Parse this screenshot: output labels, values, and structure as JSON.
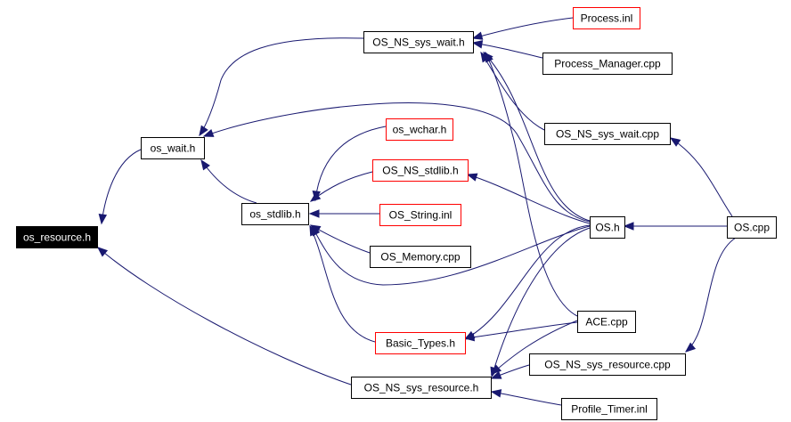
{
  "colors": {
    "edge": "#191970",
    "box_default": "#000000",
    "box_undocumented": "#ff0000",
    "focus_fill": "#000000",
    "focus_text": "#ffffff"
  },
  "nodes": {
    "os_resource_h": {
      "label": "os_resource.h",
      "style": "focus"
    },
    "os_wait_h": {
      "label": "os_wait.h",
      "style": "default"
    },
    "os_stdlib_h": {
      "label": "os_stdlib.h",
      "style": "default"
    },
    "os_ns_sys_wait_h": {
      "label": "OS_NS_sys_wait.h",
      "style": "default"
    },
    "process_inl": {
      "label": "Process.inl",
      "style": "red"
    },
    "process_manager_cpp": {
      "label": "Process_Manager.cpp",
      "style": "default"
    },
    "os_ns_sys_wait_cpp": {
      "label": "OS_NS_sys_wait.cpp",
      "style": "default"
    },
    "os_wchar_h": {
      "label": "os_wchar.h",
      "style": "red"
    },
    "os_ns_stdlib_h": {
      "label": "OS_NS_stdlib.h",
      "style": "red"
    },
    "os_string_inl": {
      "label": "OS_String.inl",
      "style": "red"
    },
    "os_memory_cpp": {
      "label": "OS_Memory.cpp",
      "style": "default"
    },
    "os_h": {
      "label": "OS.h",
      "style": "default"
    },
    "os_cpp": {
      "label": "OS.cpp",
      "style": "default"
    },
    "ace_cpp": {
      "label": "ACE.cpp",
      "style": "default"
    },
    "basic_types_h": {
      "label": "Basic_Types.h",
      "style": "red"
    },
    "os_ns_sys_resource_cpp": {
      "label": "OS_NS_sys_resource.cpp",
      "style": "default"
    },
    "os_ns_sys_resource_h": {
      "label": "OS_NS_sys_resource.h",
      "style": "default"
    },
    "profile_timer_inl": {
      "label": "Profile_Timer.inl",
      "style": "default"
    }
  },
  "edges": [
    [
      "os_wait_h",
      "os_resource_h"
    ],
    [
      "os_ns_sys_resource_h",
      "os_resource_h"
    ],
    [
      "os_ns_sys_wait_h",
      "os_wait_h"
    ],
    [
      "os_h",
      "os_wait_h"
    ],
    [
      "os_stdlib_h",
      "os_wait_h"
    ],
    [
      "process_inl",
      "os_ns_sys_wait_h"
    ],
    [
      "process_manager_cpp",
      "os_ns_sys_wait_h"
    ],
    [
      "os_ns_sys_wait_cpp",
      "os_ns_sys_wait_h"
    ],
    [
      "os_h",
      "os_ns_sys_wait_h"
    ],
    [
      "ace_cpp",
      "os_ns_sys_wait_h"
    ],
    [
      "os_wchar_h",
      "os_stdlib_h"
    ],
    [
      "os_ns_stdlib_h",
      "os_stdlib_h"
    ],
    [
      "os_string_inl",
      "os_stdlib_h"
    ],
    [
      "os_memory_cpp",
      "os_stdlib_h"
    ],
    [
      "os_h",
      "os_stdlib_h"
    ],
    [
      "basic_types_h",
      "os_stdlib_h"
    ],
    [
      "os_h",
      "os_ns_stdlib_h"
    ],
    [
      "os_cpp",
      "os_h"
    ],
    [
      "os_cpp",
      "os_ns_sys_wait_cpp"
    ],
    [
      "os_cpp",
      "os_ns_sys_resource_cpp"
    ],
    [
      "os_h",
      "basic_types_h"
    ],
    [
      "ace_cpp",
      "basic_types_h"
    ],
    [
      "os_h",
      "os_ns_sys_resource_h"
    ],
    [
      "ace_cpp",
      "os_ns_sys_resource_h"
    ],
    [
      "os_ns_sys_resource_cpp",
      "os_ns_sys_resource_h"
    ],
    [
      "profile_timer_inl",
      "os_ns_sys_resource_h"
    ]
  ]
}
